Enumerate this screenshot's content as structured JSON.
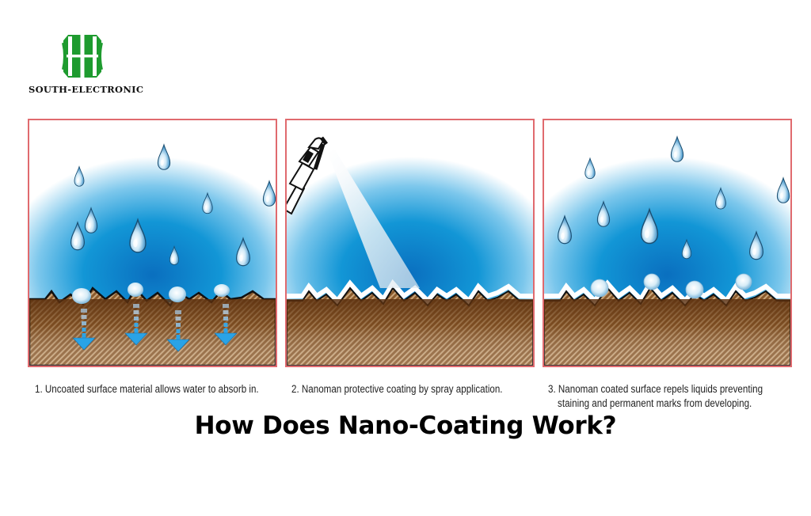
{
  "logo": {
    "text": "SOUTH-ELECTRONIC",
    "mark_color": "#1e9b2f"
  },
  "panels": [
    {
      "id": 1,
      "caption": "1. Uncoated surface material allows water to absorb in.",
      "illustration": "water-droplets-absorbing-into-uncoated-surface"
    },
    {
      "id": 2,
      "caption": "2. Nanoman  protective  coating by spray application.",
      "illustration": "spray-nozzle-applying-coating"
    },
    {
      "id": 3,
      "caption_line1": "3. Nanoman  coated surface repels liquids preventing",
      "caption_line2": "staining and permanent  marks from developing.",
      "illustration": "water-droplets-beading-on-coated-surface"
    }
  ],
  "title": "How Does Nano-Coating Work?",
  "colors": {
    "panel_border": "#e06a6e",
    "water_blue": "#0a84c6",
    "surface_brown": "#7a4a22",
    "arrow_blue": "#2aa3e6"
  }
}
